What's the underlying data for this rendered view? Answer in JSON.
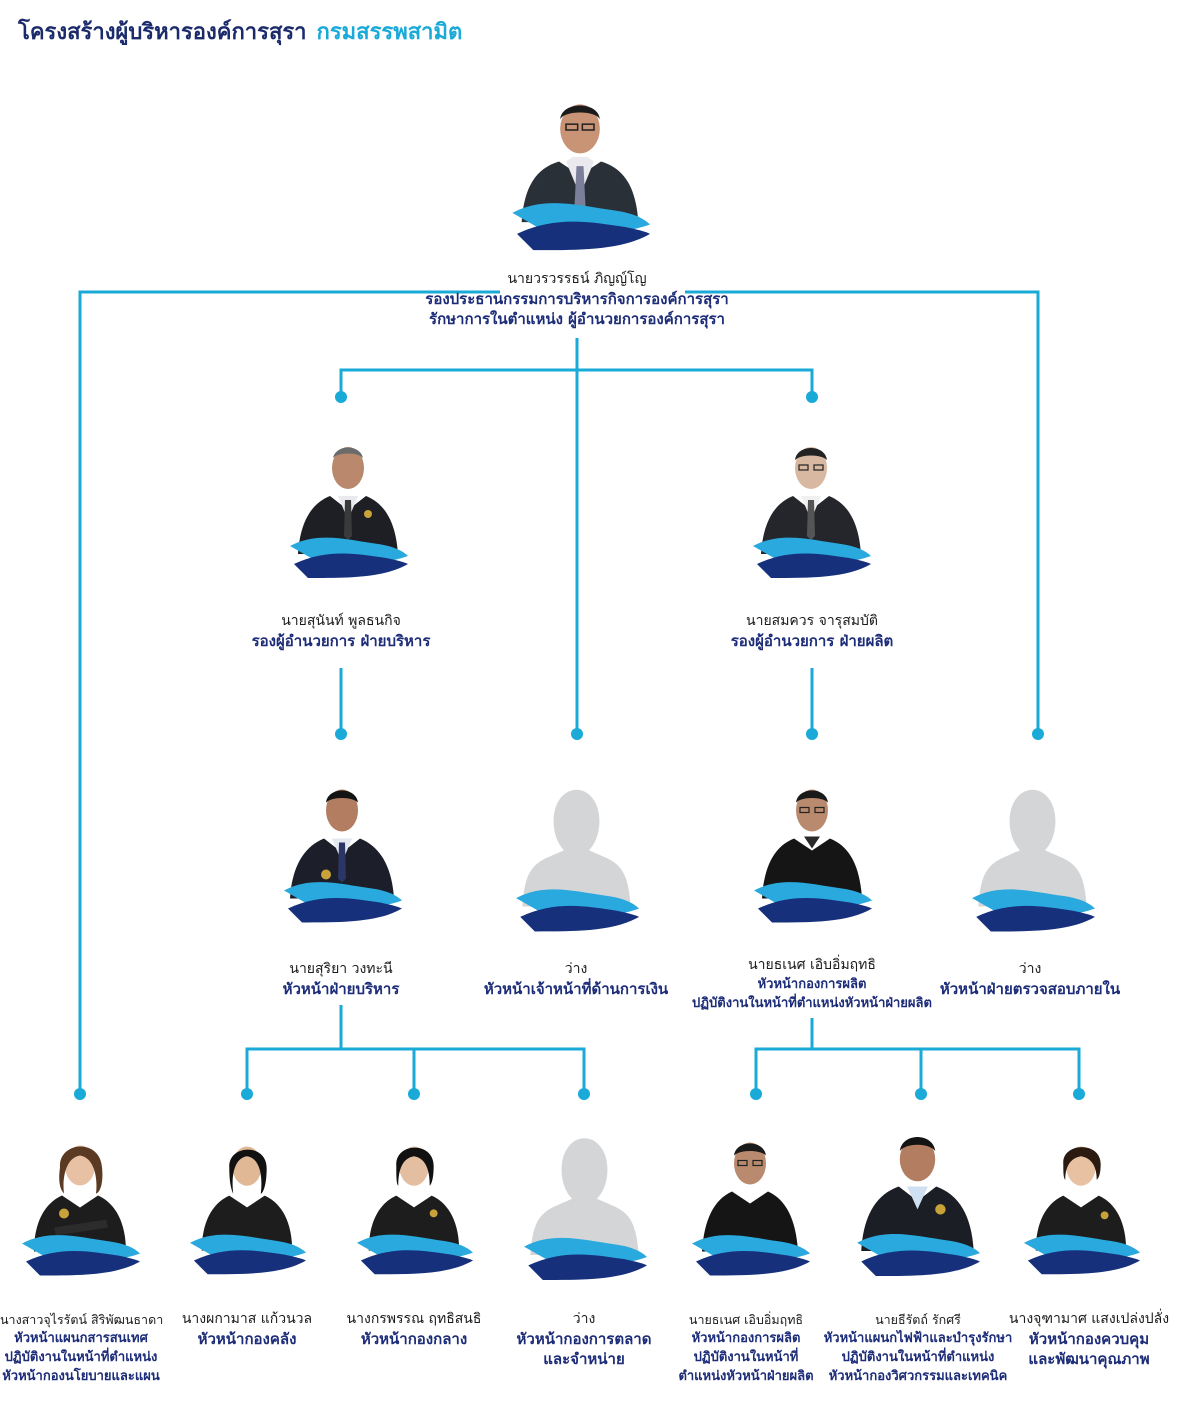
{
  "title": {
    "main": "โครงสร้างผู้บริหารองค์การสุรา",
    "dept": "กรมสรรพสามิต"
  },
  "colors": {
    "navy": "#1c2c78",
    "line": "#19aad8",
    "wave_light": "#29a9dd",
    "wave_dark": "#16307c",
    "placeholder": "#d4d5d7"
  },
  "nodes": {
    "ceo": {
      "name": "นายวรวรรธน์ ภิญญ์โญ",
      "role": "รองประธานกรรมการบริหารกิจการองค์การสุรา",
      "sub": "รักษาการในตำแหน่ง ผู้อำนวยการองค์การสุรา"
    },
    "deputy_admin": {
      "name": "นายสุนันท์ พูลธนกิจ",
      "role": "รองผู้อำนวยการ ฝ่ายบริหาร"
    },
    "deputy_prod": {
      "name": "นายสมควร จารุสมบัติ",
      "role": "รองผู้อำนวยการ ฝ่ายผลิต"
    },
    "head_admin": {
      "name": "นายสุริยา วงทะนี",
      "role": "หัวหน้าฝ่ายบริหาร"
    },
    "finance": {
      "name": "ว่าง",
      "role": "หัวหน้าเจ้าหน้าที่ด้านการเงิน"
    },
    "prod_head": {
      "name": "นายธเนศ เอิบอิ่มฤทธิ",
      "role": "หัวหน้ากองการผลิต",
      "sub": "ปฏิบัติงานในหน้าที่ตำแหน่งหัวหน้าฝ่ายผลิต"
    },
    "audit": {
      "name": "ว่าง",
      "role": "หัวหน้าฝ่ายตรวจสอบภายใน"
    },
    "it": {
      "name": "นางสาวจุไรรัตน์ สิริพัฒนธาดา",
      "role": "หัวหน้าแผนกสารสนเทศ",
      "sub1": "ปฏิบัติงานในหน้าที่ตำแหน่ง",
      "sub2": "หัวหน้ากองนโยบายและแผน"
    },
    "treasury": {
      "name": "นางผกามาส แก้วนวล",
      "role": "หัวหน้ากองคลัง"
    },
    "central": {
      "name": "นางกรพรรณ ฤทธิสนธิ",
      "role": "หัวหน้ากองกลาง"
    },
    "marketing": {
      "name": "ว่าง",
      "role": "หัวหน้ากองการตลาด",
      "role2": "และจำหน่าย"
    },
    "production": {
      "name": "นายธเนศ เอิบอิ่มฤทธิ",
      "role": "หัวหน้ากองการผลิต",
      "sub1": "ปฏิบัติงานในหน้าที่",
      "sub2": "ตำแหน่งหัวหน้าฝ่ายผลิต"
    },
    "electrical": {
      "name": "นายธีรัตถ์ รักศรี",
      "role": "หัวหน้าแผนกไฟฟ้าและบำรุงรักษา",
      "sub1": "ปฏิบัติงานในหน้าที่ตำแหน่ง",
      "sub2": "หัวหน้ากองวิศวกรรมและเทคนิค"
    },
    "quality": {
      "name": "นางจุฑามาศ แสงเปล่งปลั่ง",
      "role": "หัวหน้ากองควบคุม",
      "role2": "และพัฒนาคุณภาพ"
    }
  }
}
